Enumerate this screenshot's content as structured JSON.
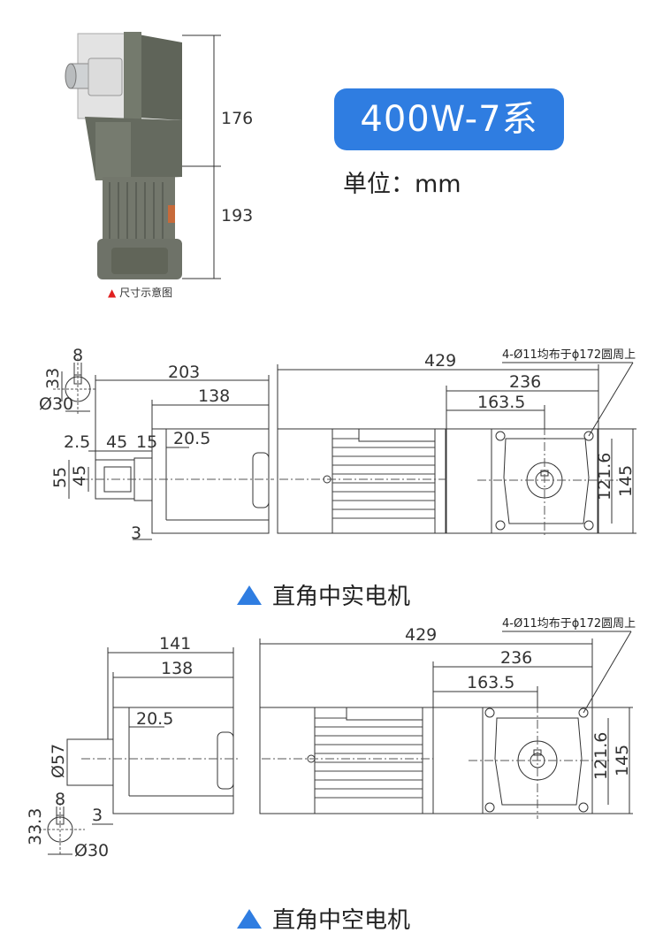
{
  "header": {
    "model": "400W-7系",
    "unit": "单位：mm"
  },
  "photo": {
    "dim_top": "176",
    "dim_bottom": "193",
    "caption": "尺寸示意图"
  },
  "solid": {
    "title": "直角中实电机",
    "d_429": "429",
    "d_203": "203",
    "d_138": "138",
    "d_236": "236",
    "d_163": "163.5",
    "d_205": "20.5",
    "d_25": "2.5",
    "d_45a": "45",
    "d_15": "15",
    "d_55": "55",
    "d_45b": "45",
    "d_3": "3",
    "d_1216": "121.6",
    "d_145": "145",
    "key_8": "8",
    "key_33": "33",
    "key_d30": "Ø30",
    "holes": "4-Ø11均布于ϕ172圆周上"
  },
  "hollow": {
    "title": "直角中空电机",
    "d_429": "429",
    "d_141": "141",
    "d_138": "138",
    "d_236": "236",
    "d_163": "163.5",
    "d_205": "20.5",
    "d_57": "Ø57",
    "d_3": "3",
    "d_1216": "121.6",
    "d_145": "145",
    "key_8": "8",
    "key_333": "33.3",
    "key_d30": "Ø30",
    "holes": "4-Ø11均布于ϕ172圆周上"
  },
  "colors": {
    "accent": "#2f7de1",
    "motor_body": "#6f736a",
    "line": "#222222"
  }
}
